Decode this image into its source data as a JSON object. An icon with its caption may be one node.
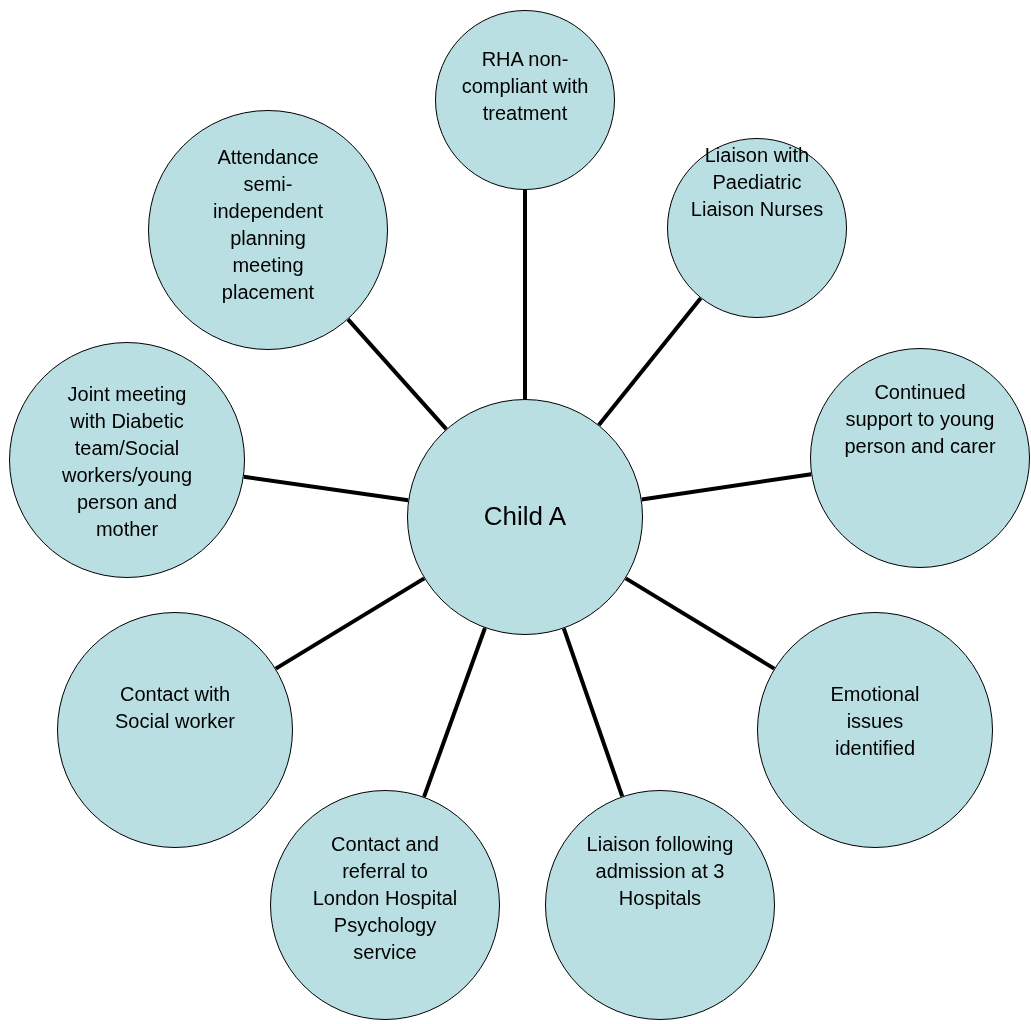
{
  "diagram": {
    "nodes": [
      {
        "text": [
          "Child A"
        ]
      },
      {
        "text": [
          "RHA non-compliant with treatment"
        ]
      },
      {
        "text": [
          "Liaison with Paediatric Liaison Nurses"
        ]
      },
      {
        "text": [
          "Continued support to young person and carer"
        ]
      },
      {
        "text": [
          "Emotional issues identified"
        ]
      },
      {
        "text": [
          "Liaison following admission at 3 Hospitals"
        ]
      },
      {
        "text": [
          "Contact and referral to London Hospital Psychology service"
        ]
      },
      {
        "text": [
          "Contact with Social worker"
        ]
      },
      {
        "text": [
          "Joint meeting with Diabetic team/Social workers/young person and mother"
        ]
      },
      {
        "text": [
          "Attendance semi-independent planning meeting placement"
        ]
      }
    ],
    "edges": [
      {
        "from": 0,
        "to": 1,
        "arrow": "none"
      },
      {
        "from": 0,
        "to": 2,
        "arrow": "none"
      },
      {
        "from": 0,
        "to": 3,
        "arrow": "none"
      },
      {
        "from": 0,
        "to": 4,
        "arrow": "none"
      },
      {
        "from": 0,
        "to": 5,
        "arrow": "none"
      },
      {
        "from": 0,
        "to": 6,
        "arrow": "none"
      },
      {
        "from": 0,
        "to": 7,
        "arrow": "none"
      },
      {
        "from": 0,
        "to": 8,
        "arrow": "none"
      },
      {
        "from": 0,
        "to": 9,
        "arrow": "none"
      }
    ]
  }
}
